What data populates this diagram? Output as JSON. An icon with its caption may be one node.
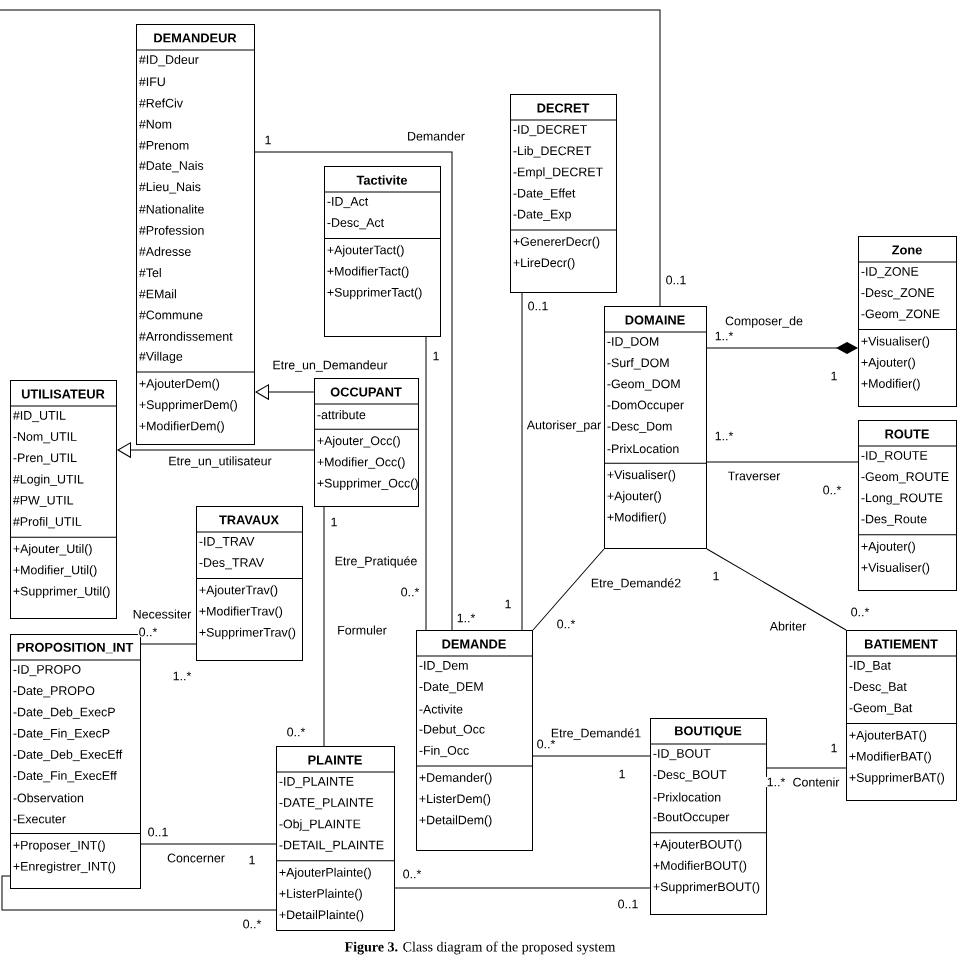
{
  "diagram": {
    "caption": "**Figure 3.** Class diagram of the proposed system",
    "nodes": [
      {
        "text": [
          "DEMANDEUR",
          "#ID_Ddeur",
          "#IFU",
          "#RefCiv",
          "#Nom",
          "#Prenom",
          "#Date_Nais",
          "#Lieu_Nais",
          "#Nationalite",
          "#Profession",
          "#Adresse",
          "#Tel",
          "#EMail",
          "#Commune",
          "#Arrondissement",
          "#Village",
          "+AjouterDem()",
          "+SupprimerDem()",
          "+ModifierDem()"
        ]
      },
      {
        "text": [
          "Tactivite",
          "-ID_Act",
          "-Desc_Act",
          "+AjouterTact()",
          "+ModifierTact()",
          "+SupprimerTact()"
        ]
      },
      {
        "text": [
          "DECRET",
          "-ID_DECRET",
          "-Lib_DECRET",
          "-Empl_DECRET",
          "-Date_Effet",
          "-Date_Exp",
          "+GenererDecr()",
          "+LireDecr()"
        ]
      },
      {
        "text": [
          "Zone",
          "-ID_ZONE",
          "-Desc_ZONE",
          "-Geom_ZONE",
          "+Visualiser()",
          "+Ajouter()",
          "+Modifier()"
        ]
      },
      {
        "text": [
          "UTILISATEUR",
          "#ID_UTIL",
          "-Nom_UTIL",
          "-Pren_UTIL",
          "#Login_UTIL",
          "#PW_UTIL",
          "#Profil_UTIL",
          "+Ajouter_Util()",
          "+Modifier_Util()",
          "+Supprimer_Util()"
        ]
      },
      {
        "text": [
          "OCCUPANT",
          "-attribute",
          "+Ajouter_Occ()",
          "+Modifier_Occ()",
          "+Supprimer_Occ()"
        ]
      },
      {
        "text": [
          "TRAVAUX",
          "-ID_TRAV",
          "-Des_TRAV",
          "+AjouterTrav()",
          "+ModifierTrav()",
          "+SupprimerTrav()"
        ]
      },
      {
        "text": [
          "DOMAINE",
          "-ID_DOM",
          "-Surf_DOM",
          "-Geom_DOM",
          "-DomOccuper",
          "-Desc_Dom",
          "-PrixLocation",
          "+Visualiser()",
          "+Ajouter()",
          "+Modifier()"
        ]
      },
      {
        "text": [
          "ROUTE",
          "-ID_ROUTE",
          "-Geom_ROUTE",
          "-Long_ROUTE",
          "-Des_Route",
          "+Ajouter()",
          "+Visualiser()"
        ]
      },
      {
        "text": [
          "PROPOSITION_INT",
          "-ID_PROPO",
          "-Date_PROPO",
          "-Date_Deb_ExecP",
          "-Date_Fin_ExecP",
          "-Date_Deb_ExecEff",
          "-Date_Fin_ExecEff",
          "-Observation",
          "-Executer",
          "+Proposer_INT()",
          "+Enregistrer_INT()"
        ]
      },
      {
        "text": [
          "DEMANDE",
          "-ID_Dem",
          "-Date_DEM",
          "-Activite",
          "-Debut_Occ",
          "-Fin_Occ",
          "+Demander()",
          "+ListerDem()",
          "+DetailDem()"
        ]
      },
      {
        "text": [
          "BATIEMENT",
          "-ID_Bat",
          "-Desc_Bat",
          "-Geom_Bat",
          "+AjouterBAT()",
          "+ModifierBAT()",
          "+SupprimerBAT()"
        ]
      },
      {
        "text": [
          "PLAINTE",
          "-ID_PLAINTE",
          "-DATE_PLAINTE",
          "-Obj_PLAINTE",
          "-DETAIL_PLAINTE",
          "+AjouterPlainte()",
          "+ListerPlainte()",
          "+DetailPlainte()"
        ]
      },
      {
        "text": [
          "BOUTIQUE",
          "-ID_BOUT",
          "-Desc_BOUT",
          "-Prixlocation",
          "-BoutOccuper",
          "+AjouterBOUT()",
          "+ModifierBOUT()",
          "+SupprimerBOUT()"
        ]
      }
    ],
    "edges": [
      {
        "from": 0,
        "to": 10,
        "arrow": "none",
        "label": "Demander"
      },
      {
        "from": 5,
        "to": 0,
        "arrow": "to",
        "label": "Etre_un_Demandeur"
      },
      {
        "from": 5,
        "to": 4,
        "arrow": "to",
        "label": "Etre_un_utilisateur"
      },
      {
        "from": 1,
        "to": 10,
        "arrow": "none",
        "label": "Etre_Pratiquée"
      },
      {
        "from": 2,
        "to": 10,
        "arrow": "none",
        "label": "Autoriser_par"
      },
      {
        "from": null,
        "to": 7,
        "arrow": "none"
      },
      {
        "from": 7,
        "to": 3,
        "arrow": "other",
        "label": "Composer_de"
      },
      {
        "from": 7,
        "to": 8,
        "arrow": "none",
        "label": "Traverser"
      },
      {
        "from": 7,
        "to": 10,
        "arrow": "none",
        "label": "Etre_Demandé2"
      },
      {
        "from": 7,
        "to": 11,
        "arrow": "none",
        "label": "Abriter"
      },
      {
        "from": 9,
        "to": 6,
        "arrow": "none",
        "label": "Necessiter"
      },
      {
        "from": 5,
        "to": 12,
        "arrow": "none",
        "label": "Formuler"
      },
      {
        "from": 9,
        "to": 12,
        "arrow": "none",
        "label": "Concerner"
      },
      {
        "from": 10,
        "to": 13,
        "arrow": "none",
        "label": "Etre_Demandé1"
      },
      {
        "from": 13,
        "to": 11,
        "arrow": "none",
        "label": "Contenir"
      },
      {
        "from": 12,
        "to": 13,
        "arrow": "none"
      },
      {
        "from": 9,
        "to": 12,
        "arrow": "none"
      }
    ],
    "labels": [
      "1",
      "0..1",
      "1",
      "0..1",
      "1..*",
      "1",
      "1",
      "1..*",
      "0..*",
      "1",
      "0..*",
      "1",
      "0..*",
      "0..*",
      "1..*",
      "0..*",
      "1..*",
      "0..*",
      "0..*",
      "1",
      "1..*",
      "1",
      "0..1",
      "1",
      "0..*",
      "0..1",
      "0..*"
    ]
  }
}
